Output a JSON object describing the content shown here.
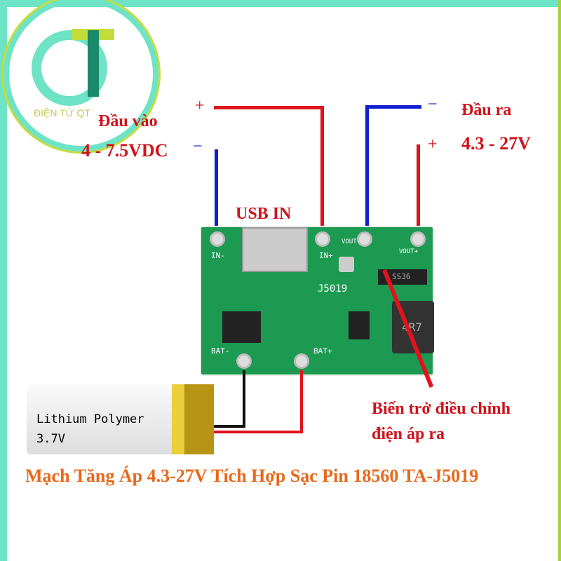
{
  "logo": {
    "text": "ĐIỆN TỬ QT",
    "letters": "QT"
  },
  "input": {
    "title": "Đầu vào",
    "voltage": "4 - 7.5VDC",
    "plus": "+",
    "minus": "−"
  },
  "output": {
    "title": "Đầu ra",
    "voltage": "4.3 - 27V",
    "plus": "+",
    "minus": "−"
  },
  "usb_label": "USB IN",
  "pot_label": {
    "line1": "Biến trở điều chỉnh",
    "line2": "điện áp ra"
  },
  "battery": {
    "line1": "Lithium Polymer",
    "line2": "3.7V"
  },
  "board": {
    "model": "J5019",
    "pins": [
      "IN-",
      "IN+",
      "BAT-",
      "BAT+",
      "VOUT-",
      "VOUT+"
    ],
    "inductor": "4R7",
    "diode": "SS36"
  },
  "caption": "Mạch Tăng Áp 4.3-27V Tích Hợp Sạc Pin 18560 TA-J5019",
  "colors": {
    "label": "#d0121b",
    "caption": "#e8681a",
    "positive": "#e0141c",
    "negative": "#1020d0",
    "frame": "#6ee3c5"
  }
}
